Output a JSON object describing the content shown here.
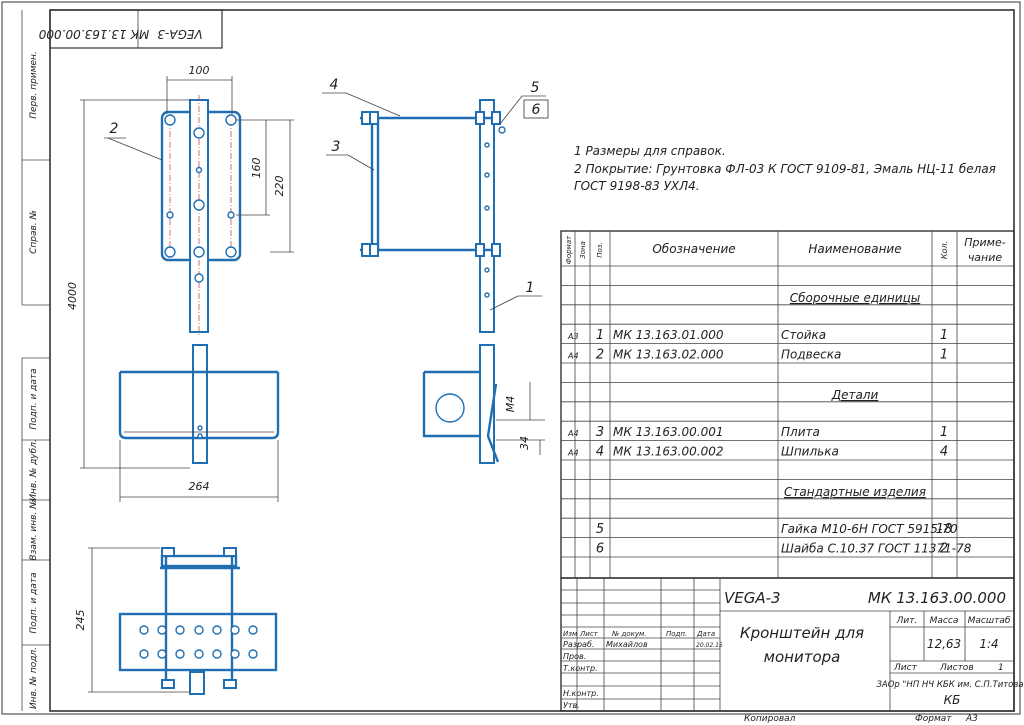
{
  "stamp": {
    "code_rot": "МК 13.163.00.000",
    "vega_rot": "VEGA-3"
  },
  "left_strip": [
    "Перв. примен.",
    "Справ. №",
    "Подп. и дата",
    "Инв. № дубл.",
    "Взам. инв. №",
    "Подп. и дата",
    "Инв. № подл."
  ],
  "dims": {
    "d100": "100",
    "d160": "160",
    "d220": "220",
    "d4000": "4000",
    "d264": "264",
    "d245": "245",
    "dM4": "M4",
    "d34": "34"
  },
  "callouts": {
    "c1": "1",
    "c2": "2",
    "c3": "3",
    "c4": "4",
    "c5": "5",
    "c6": "6"
  },
  "notes": [
    "1 Размеры для справок.",
    "2 Покрытие: Грунтовка ФЛ-03 К ГОСТ 9109-81, Эмаль НЦ-11  белая",
    "ГОСТ 9198-83 УХЛ4."
  ],
  "spec": {
    "headers": {
      "format": "Формат",
      "zone": "Зона",
      "pos": "Поз.",
      "designation": "Обозначение",
      "name": "Наименование",
      "qty": "Кол.",
      "note": "Приме-\nчание"
    },
    "sections": {
      "assemblies": "Сборочные единицы",
      "details": "Детали",
      "standard": "Стандартные изделия"
    },
    "rows": [
      {
        "format": "А3",
        "pos": "1",
        "designation": "МК 13.163.01.000",
        "name": "Стойка",
        "qty": "1"
      },
      {
        "format": "А4",
        "pos": "2",
        "designation": "МК 13.163.02.000",
        "name": "Подвеска",
        "qty": "1"
      },
      {
        "format": "А4",
        "pos": "3",
        "designation": "МК 13.163.00.001",
        "name": "Плита",
        "qty": "1"
      },
      {
        "format": "А4",
        "pos": "4",
        "designation": "МК 13.163.00.002",
        "name": "Шпилька",
        "qty": "4"
      },
      {
        "format": "",
        "pos": "5",
        "designation": "",
        "name": "Гайка М10-6Н ГОСТ 5915-70",
        "qty": "18"
      },
      {
        "format": "",
        "pos": "6",
        "designation": "",
        "name": "Шайба С.10.37 ГОСТ 11371-78",
        "qty": "2"
      }
    ]
  },
  "title_block": {
    "project": "VEGA-3",
    "code": "МК 13.163.00.000",
    "title_l1": "Кронштейн для",
    "title_l2": "монитора",
    "lit": "Лит.",
    "mass": "Масса",
    "scale": "Масштаб",
    "mass_val": "12,63",
    "scale_val": "1:4",
    "sheet": "Лист",
    "sheets": "Листов",
    "sheets_val": "1",
    "org": "ЗАОр \"НП НЧ КБК им. С.П.Титова\"",
    "kb": "КБ",
    "izm": "Изм",
    "list": "Лист",
    "ndoc": "№ докум.",
    "podp": "Подп.",
    "data": "Дата",
    "razrab": "Разраб.",
    "razrab_name": "Михайлов",
    "date_val": "20.02.15",
    "prov": "Пров.",
    "tkontr": "Т.контр.",
    "nkontr": "Н.контр.",
    "utv": "Утв.",
    "kopiroval": "Копировал",
    "format": "Формат",
    "format_val": "А3"
  }
}
